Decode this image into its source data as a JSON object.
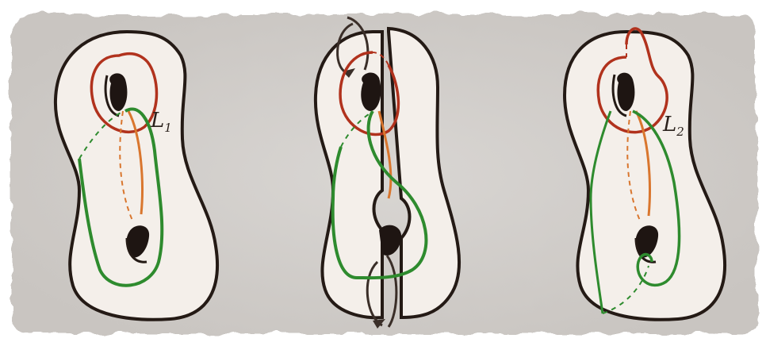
{
  "panels": [
    {
      "label": "L",
      "label_sub": "1",
      "variant": "genus-two"
    },
    {
      "label": "",
      "label_sub": "",
      "variant": "cut-with-twists"
    },
    {
      "label": "L",
      "label_sub": "2",
      "variant": "genus-two"
    }
  ],
  "colors": {
    "background": "#d3cfcc",
    "surface": "#f4efea",
    "outline": "#241a15",
    "red_curve": "#b1321d",
    "orange_curve": "#d9762e",
    "green_curve": "#2e8b2e"
  }
}
